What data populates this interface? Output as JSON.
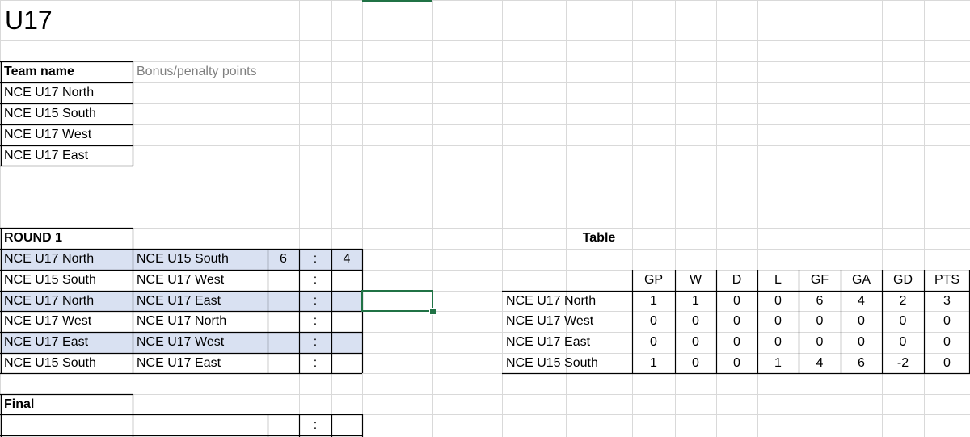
{
  "sheet": {
    "title": "U17",
    "teams_header": "Team name",
    "bonus_header": "Bonus/penalty points",
    "teams": [
      "NCE U17 North",
      "NCE U15 South",
      "NCE U17 West",
      "NCE U17 East"
    ],
    "round_label": "ROUND 1",
    "score_separator": ":",
    "matches": [
      {
        "home": "NCE U17 North",
        "away": "NCE U15 South",
        "home_score": "6",
        "away_score": "4",
        "highlight": true
      },
      {
        "home": "NCE U15 South",
        "away": "NCE U17 West",
        "home_score": "",
        "away_score": "",
        "highlight": false
      },
      {
        "home": "NCE U17 North",
        "away": "NCE U17 East",
        "home_score": "",
        "away_score": "",
        "highlight": true
      },
      {
        "home": "NCE U17 West",
        "away": "NCE U17 North",
        "home_score": "",
        "away_score": "",
        "highlight": false
      },
      {
        "home": "NCE U17 East",
        "away": "NCE U17 West",
        "home_score": "",
        "away_score": "",
        "highlight": true
      },
      {
        "home": "NCE U15 South",
        "away": "NCE U17 East",
        "home_score": "",
        "away_score": "",
        "highlight": false
      }
    ],
    "final_label": "Final",
    "final_match": {
      "home": "",
      "away": "",
      "home_score": "",
      "away_score": ""
    },
    "table_title": "Table",
    "table_headers": [
      "GP",
      "W",
      "D",
      "L",
      "GF",
      "GA",
      "GD",
      "PTS"
    ],
    "table_rows": [
      {
        "team": "NCE U17 North",
        "stats": [
          "1",
          "1",
          "0",
          "0",
          "6",
          "4",
          "2",
          "3"
        ]
      },
      {
        "team": "NCE U17 West",
        "stats": [
          "0",
          "0",
          "0",
          "0",
          "0",
          "0",
          "0",
          "0"
        ]
      },
      {
        "team": "NCE U17 East",
        "stats": [
          "0",
          "0",
          "0",
          "0",
          "0",
          "0",
          "0",
          "0"
        ]
      },
      {
        "team": "NCE U15 South",
        "stats": [
          "1",
          "0",
          "0",
          "1",
          "4",
          "6",
          "-2",
          "0"
        ]
      }
    ],
    "colors": {
      "gridline": "#d9d9d9",
      "border": "#000000",
      "highlight": "#d9e1f2",
      "selection": "#207245",
      "muted_text": "#7f7f7f"
    }
  }
}
